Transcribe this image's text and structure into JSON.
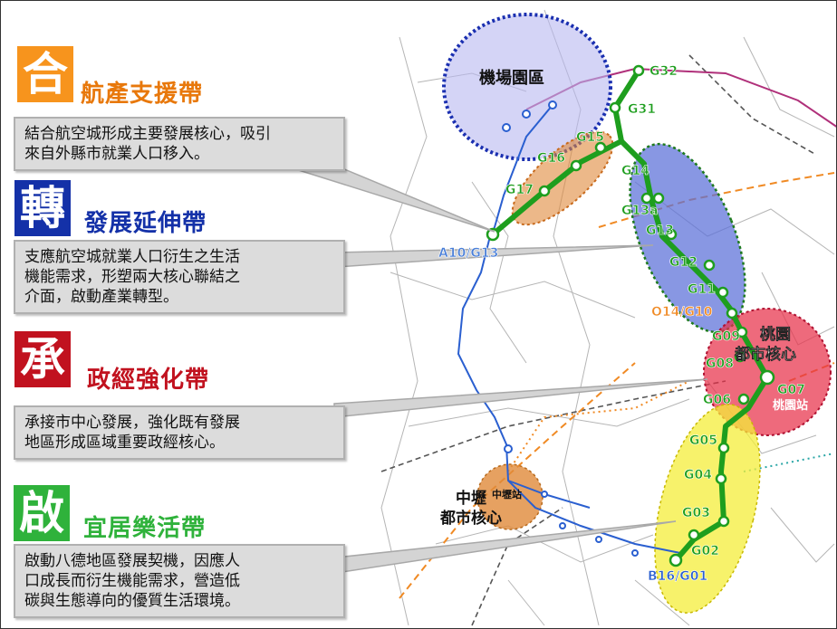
{
  "belts": [
    {
      "char": "合",
      "title": "航產支援帶",
      "color": "#f7941d",
      "title_color": "#e8780b",
      "desc": "結合航空城形成主要發展核心，吸引\n來自外縣市就業人口移入。"
    },
    {
      "char": "轉",
      "title": "發展延伸帶",
      "color": "#1431a8",
      "title_color": "#1431a8",
      "desc": "支應航空城就業人口衍生之生活\n機能需求，形塑兩大核心聯結之\n介面，啟動產業轉型。"
    },
    {
      "char": "承",
      "title": "政經強化帶",
      "color": "#c1121f",
      "title_color": "#c1121f",
      "desc": "承接市中心發展，強化既有發展\n地區形成區域重要政經核心。"
    },
    {
      "char": "啟",
      "title": "宜居樂活帶",
      "color": "#2fb23b",
      "title_color": "#2fb23b",
      "desc": "啟動八德地區發展契機，因應人\n口成長而衍生機能需求，營造低\n碳與生態導向的優質生活環境。"
    }
  ],
  "map_labels": {
    "airport": "機場園區",
    "taoyuan_core": "桃園\n都市核心",
    "taoyuan_station": "桃園站",
    "zhongli_core": "中壢\n都市核心",
    "zhongli_station": "中壢站"
  },
  "stations": [
    "G32",
    "G31",
    "G15",
    "G16",
    "G17",
    "A10/G13",
    "G14",
    "G13a",
    "G13",
    "G12",
    "G11",
    "O14/G10",
    "G09",
    "G08",
    "G07",
    "G06",
    "G05",
    "G04",
    "G03",
    "G02",
    "B16/G01"
  ],
  "colors": {
    "green_line": "#1e9e1e",
    "blue_line": "#2a5fd0",
    "orange_line": "#f08a24",
    "airport_zone": "#b8b8f0",
    "orange_zone": "#e0893a",
    "blue_zone": "#5a6fd8",
    "red_zone": "#e8304a",
    "yellow_zone": "#f4ee3a"
  }
}
